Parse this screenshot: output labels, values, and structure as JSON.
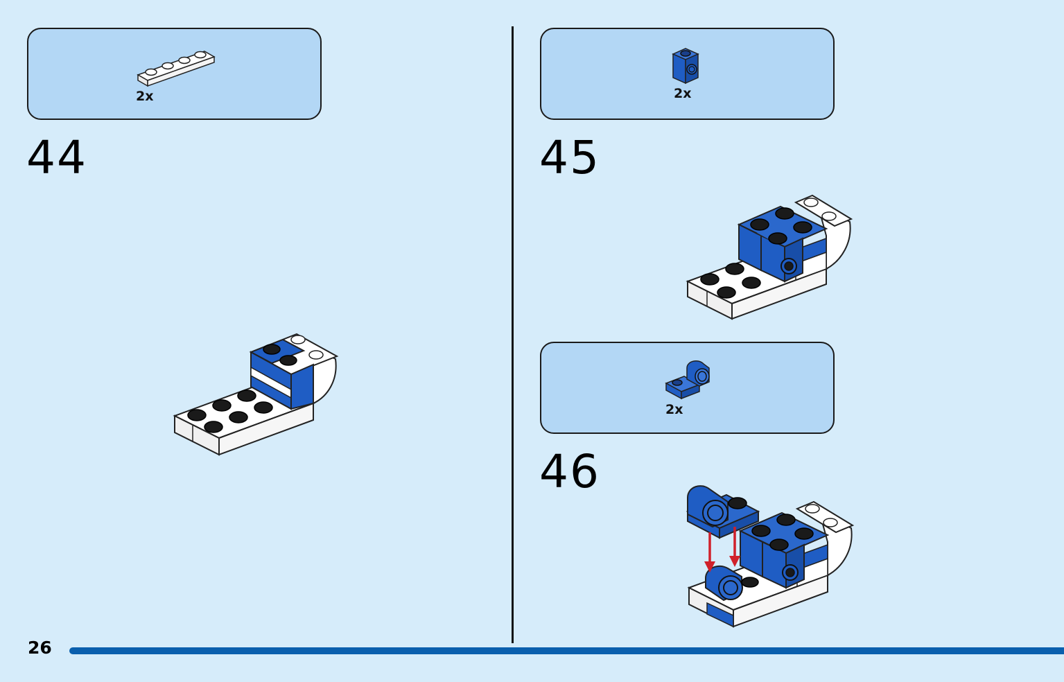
{
  "steps": [
    {
      "number": "44",
      "callout": {
        "quantity": "2x",
        "part": "white-1x4-plate"
      }
    },
    {
      "number": "45",
      "callout": {
        "quantity": "2x",
        "part": "blue-1x1-brick-with-side-stud"
      }
    },
    {
      "number": "46",
      "callout": {
        "quantity": "2x",
        "part": "blue-plate-with-round-side-stud"
      }
    }
  ],
  "page_number": "26",
  "colors": {
    "background": "#d6ecfa",
    "callout_fill": "#b3d7f5",
    "brick_blue": "#1f5dc4",
    "brick_white": "#ffffff",
    "arrow_red": "#d0202a",
    "progress_bar": "#0a5fad"
  }
}
